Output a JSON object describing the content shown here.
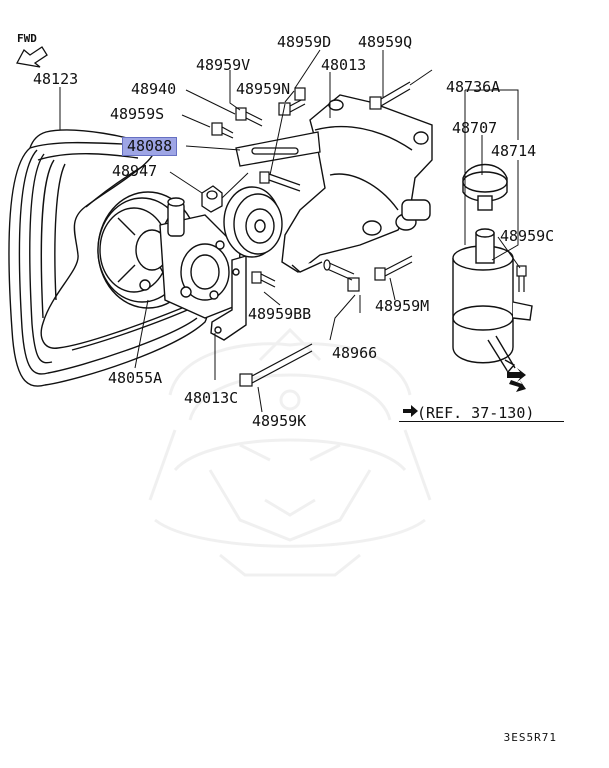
{
  "diagram": {
    "direction_label": "FWD",
    "reference": "(REF. 37-130)",
    "code": "3ES5R71",
    "highlight_color": "#9ea5e5",
    "parts": {
      "p48123": "48123",
      "p48940": "48940",
      "p48959V": "48959V",
      "p48959D": "48959D",
      "p48959Q": "48959Q",
      "p48013": "48013",
      "p48959S": "48959S",
      "p48959N": "48959N",
      "p48088": "48088",
      "p48947": "48947",
      "p48736A": "48736A",
      "p48707": "48707",
      "p48714": "48714",
      "p48959C": "48959C",
      "p48959M": "48959M",
      "p48959BB": "48959BB",
      "p48966": "48966",
      "p48055A": "48055A",
      "p48013C": "48013C",
      "p48959K": "48959K"
    }
  }
}
